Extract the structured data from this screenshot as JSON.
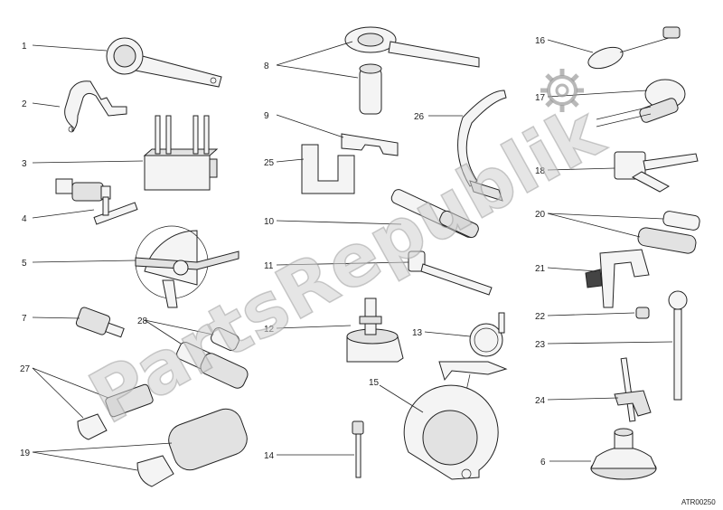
{
  "diagram": {
    "watermark": "PartsRepublik",
    "drawing_code": "ATR00250",
    "callouts": [
      "1",
      "2",
      "3",
      "4",
      "5",
      "6",
      "7",
      "8",
      "9",
      "10",
      "11",
      "12",
      "13",
      "14",
      "15",
      "16",
      "17",
      "18",
      "19",
      "20",
      "21",
      "22",
      "23",
      "24",
      "25",
      "26",
      "27",
      "28"
    ]
  }
}
